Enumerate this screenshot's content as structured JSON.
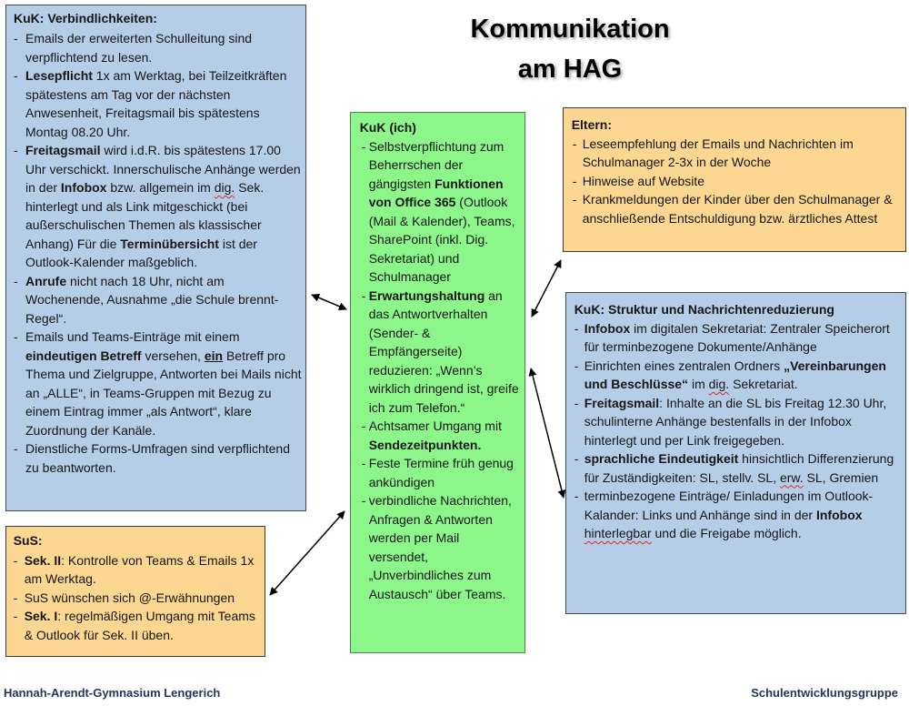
{
  "title": {
    "line1": "Kommunikation",
    "line2": "am HAG"
  },
  "colors": {
    "blue_box": "#b6cde8",
    "orange_box": "#fcd792",
    "green_box": "#8df68b",
    "footer_text": "#22365b"
  },
  "boxes": {
    "kuk_verbindlichkeiten": {
      "heading": "KuK: Verbindlichkeiten:",
      "items": [
        [
          {
            "text": "Emails der erweiterten Schulleitung sind verpflichtend zu lesen."
          }
        ],
        [
          {
            "text": "Lesepflicht",
            "bold": true
          },
          {
            "text": " 1x am Werktag, bei Teilzeitkräften spätestens am Tag vor der nächsten Anwesenheit, Freitagsmail bis spätestens Montag 08.20 Uhr."
          }
        ],
        [
          {
            "text": "Freitagsmail",
            "bold": true
          },
          {
            "text": " wird i.d.R. bis spätestens 17.00 Uhr verschickt. Innerschulische Anhänge werden in der "
          },
          {
            "text": "Infobox",
            "bold": true
          },
          {
            "text": " bzw. allgemein im "
          },
          {
            "text": "dig.",
            "spellcheck_mark": true
          },
          {
            "text": " Sek. hinterlegt und als Link mitgeschickt (bei außerschulischen Themen als klassischer Anhang) Für die "
          },
          {
            "text": "Terminübersicht",
            "bold": true
          },
          {
            "text": " ist der Outlook-Kalender maßgeblich."
          }
        ],
        [
          {
            "text": "Anrufe",
            "bold": true
          },
          {
            "text": " nicht nach 18 Uhr, nicht am Wochenende, Ausnahme „die Schule brennt-Regel“."
          }
        ],
        [
          {
            "text": "Emails und Teams-Einträge mit einem "
          },
          {
            "text": "eindeutigen Betreff",
            "bold": true
          },
          {
            "text": " versehen, "
          },
          {
            "text": "ein",
            "bold": true,
            "underline": true
          },
          {
            "text": " Betreff pro Thema und Zielgruppe, Antworten bei Mails nicht an „ALLE“, in Teams-Gruppen mit Bezug zu einem Eintrag immer „als Antwort“, klare Zuordnung der Kanäle."
          }
        ],
        [
          {
            "text": "Dienstliche Forms-Umfragen sind verpflichtend zu beantworten."
          }
        ]
      ]
    },
    "sus": {
      "heading": "SuS:",
      "items": [
        [
          {
            "text": "Sek. II",
            "bold": true
          },
          {
            "text": ": Kontrolle von Teams & Emails 1x am Werktag."
          }
        ],
        [
          {
            "text": "SuS wünschen sich @-Erwähnungen"
          }
        ],
        [
          {
            "text": "Sek. I",
            "bold": true
          },
          {
            "text": ": regelmäßigen Umgang mit Teams & Outlook für Sek. II üben."
          }
        ]
      ]
    },
    "kuk_ich": {
      "heading": "KuK (ich)",
      "items": [
        [
          {
            "text": "Selbstverpflichtung zum Beherrschen der gängigsten "
          },
          {
            "text": "Funktionen von Office 365",
            "bold": true
          },
          {
            "text": " (Outlook (Mail & Kalender), Teams, SharePoint (inkl. Dig. Sekretariat) und Schulmanager"
          }
        ],
        [
          {
            "text": "Erwartungshaltung",
            "bold": true
          },
          {
            "text": " an das Antwortverhalten (Sender- & Empfängerseite) reduzieren: „Wenn’s wirklich dringend ist, greife ich zum Telefon.“"
          }
        ],
        [
          {
            "text": "Achtsamer Umgang mit "
          },
          {
            "text": "Sendezeitpunkten.",
            "bold": true
          }
        ],
        [
          {
            "text": "Feste Termine früh genug ankündigen"
          }
        ],
        [
          {
            "text": "verbindliche Nachrichten, Anfragen & Antworten werden per Mail versendet, „Unverbindliches zum Austausch“ über Teams."
          }
        ]
      ]
    },
    "eltern": {
      "heading": "Eltern:",
      "items": [
        [
          {
            "text": "Leseempfehlung der Emails und Nachrichten im Schulmanager 2-3x in der Woche"
          }
        ],
        [
          {
            "text": "Hinweise auf Website"
          }
        ],
        [
          {
            "text": "Krankmeldungen der Kinder über den Schulmanager & anschließende Entschuldigung bzw. ärztliches Attest"
          }
        ]
      ]
    },
    "kuk_struktur": {
      "heading": "KuK: Struktur und Nachrichtenreduzierung",
      "items": [
        [
          {
            "text": "Infobox",
            "bold": true
          },
          {
            "text": " im digitalen Sekretariat: Zentraler Speicherort für terminbezogene Dokumente/Anhänge"
          }
        ],
        [
          {
            "text": "Einrichten eines zentralen Ordners "
          },
          {
            "text": "„Vereinbarungen und Beschlüsse“",
            "bold": true
          },
          {
            "text": " im "
          },
          {
            "text": "dig.",
            "spellcheck_mark": true
          },
          {
            "text": " Sekretariat."
          }
        ],
        [
          {
            "text": "Freitagsmail",
            "bold": true
          },
          {
            "text": ": Inhalte an die SL bis Freitag 12.30 Uhr, schulinterne Anhänge bestenfalls in der Infobox hinterlegt und per Link freigegeben."
          }
        ],
        [
          {
            "text": "sprachliche Eindeutigkeit",
            "bold": true
          },
          {
            "text": " hinsichtlich Differenzierung für Zuständigkeiten: SL, stellv. SL, "
          },
          {
            "text": "erw.",
            "spellcheck_mark": true
          },
          {
            "text": " SL, Gremien"
          }
        ],
        [
          {
            "text": "terminbezogene Einträge/ Einladungen im Outlook-Kalander: Links und Anhänge sind in der "
          },
          {
            "text": "Infobox",
            "bold": true
          },
          {
            "text": " "
          },
          {
            "text": "hinterlegbar",
            "spellcheck_mark": true
          },
          {
            "text": " und die Freigabe möglich."
          }
        ]
      ]
    }
  },
  "footer": {
    "left": "Hannah-Arendt-Gymnasium Lengerich",
    "right": "Schulentwicklungsgruppe"
  }
}
